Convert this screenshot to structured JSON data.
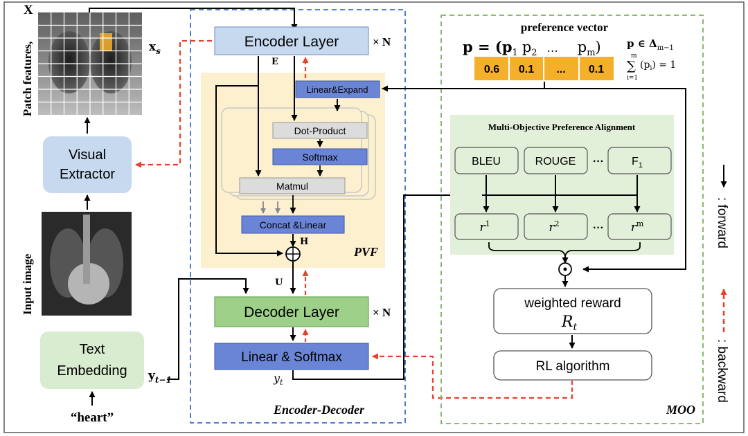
{
  "colors": {
    "encoder_blue": "#c6d9ef",
    "decoder_green": "#9fd08a",
    "text_emb_green": "#d8ecd0",
    "pvf_bg": "#fdf0cf",
    "block_blue": "#6b85d6",
    "block_gray": "#dcdcdc",
    "moo_panel": "#e2efd9",
    "pref_orange": "#f4b02a",
    "backward_red": "#e8412b",
    "enc_dec_border": "#3a6fc4",
    "moo_border": "#7db05a"
  },
  "left": {
    "x_label": "X",
    "patch_label": "Patch features,",
    "xs_label": "x",
    "xs_sub": "s",
    "visual_extractor": [
      "Visual",
      "Extractor"
    ],
    "input_label": "Input image",
    "text_embedding": [
      "Text",
      "Embedding"
    ],
    "y_prev": "y",
    "y_prev_sub": "t−1",
    "heart": "“heart”"
  },
  "encdec": {
    "encoder_layer": "Encoder Layer",
    "times_n_enc": "× N",
    "E": "E",
    "linear_expand": "Linear&Expand",
    "dot_product": "Dot-Product",
    "softmax": "Softmax",
    "matmul": "Matmul",
    "concat_linear": "Concat &Linear",
    "H": "H",
    "pvf": "PVF",
    "oplus": "⊕",
    "U": "U",
    "decoder_layer": "Decoder Layer",
    "times_n_dec": "× N",
    "linear_softmax": "Linear & Softmax",
    "y_t": "y",
    "y_t_sub": "t",
    "title": "Encoder-Decoder"
  },
  "moo": {
    "pref_title": "preference vector",
    "p_eq": "p = (p",
    "p_items": [
      "1",
      "2",
      "m"
    ],
    "p_dots": "...",
    "p_close": ")",
    "p_values": [
      "0.6",
      "0.1",
      "...",
      "0.1"
    ],
    "p_in": "p ∈ Δ",
    "p_in_sub": "m−1",
    "sum_top": "m",
    "sum_sym": "∑",
    "sum_bottom": "i=1",
    "sum_expr": "(p",
    "sum_expr_sub": "i",
    "sum_tail": ") = 1",
    "alignment_title": "Multi-Objective Preference Alignment",
    "metrics": [
      "BLEU",
      "ROUGE",
      "F"
    ],
    "metric_f_sub": "1",
    "metric_dots": "···",
    "rewards": [
      "r",
      "r",
      "r"
    ],
    "reward_sups": [
      "1",
      "2",
      "m"
    ],
    "reward_dots": "···",
    "odot": "⊙",
    "weighted_reward": "weighted reward",
    "R_t": "R",
    "R_t_sub": "t",
    "rl_algorithm": "RL algorithm",
    "title": "MOO"
  },
  "legend": {
    "forward": ": forward",
    "backward": ": backward"
  }
}
